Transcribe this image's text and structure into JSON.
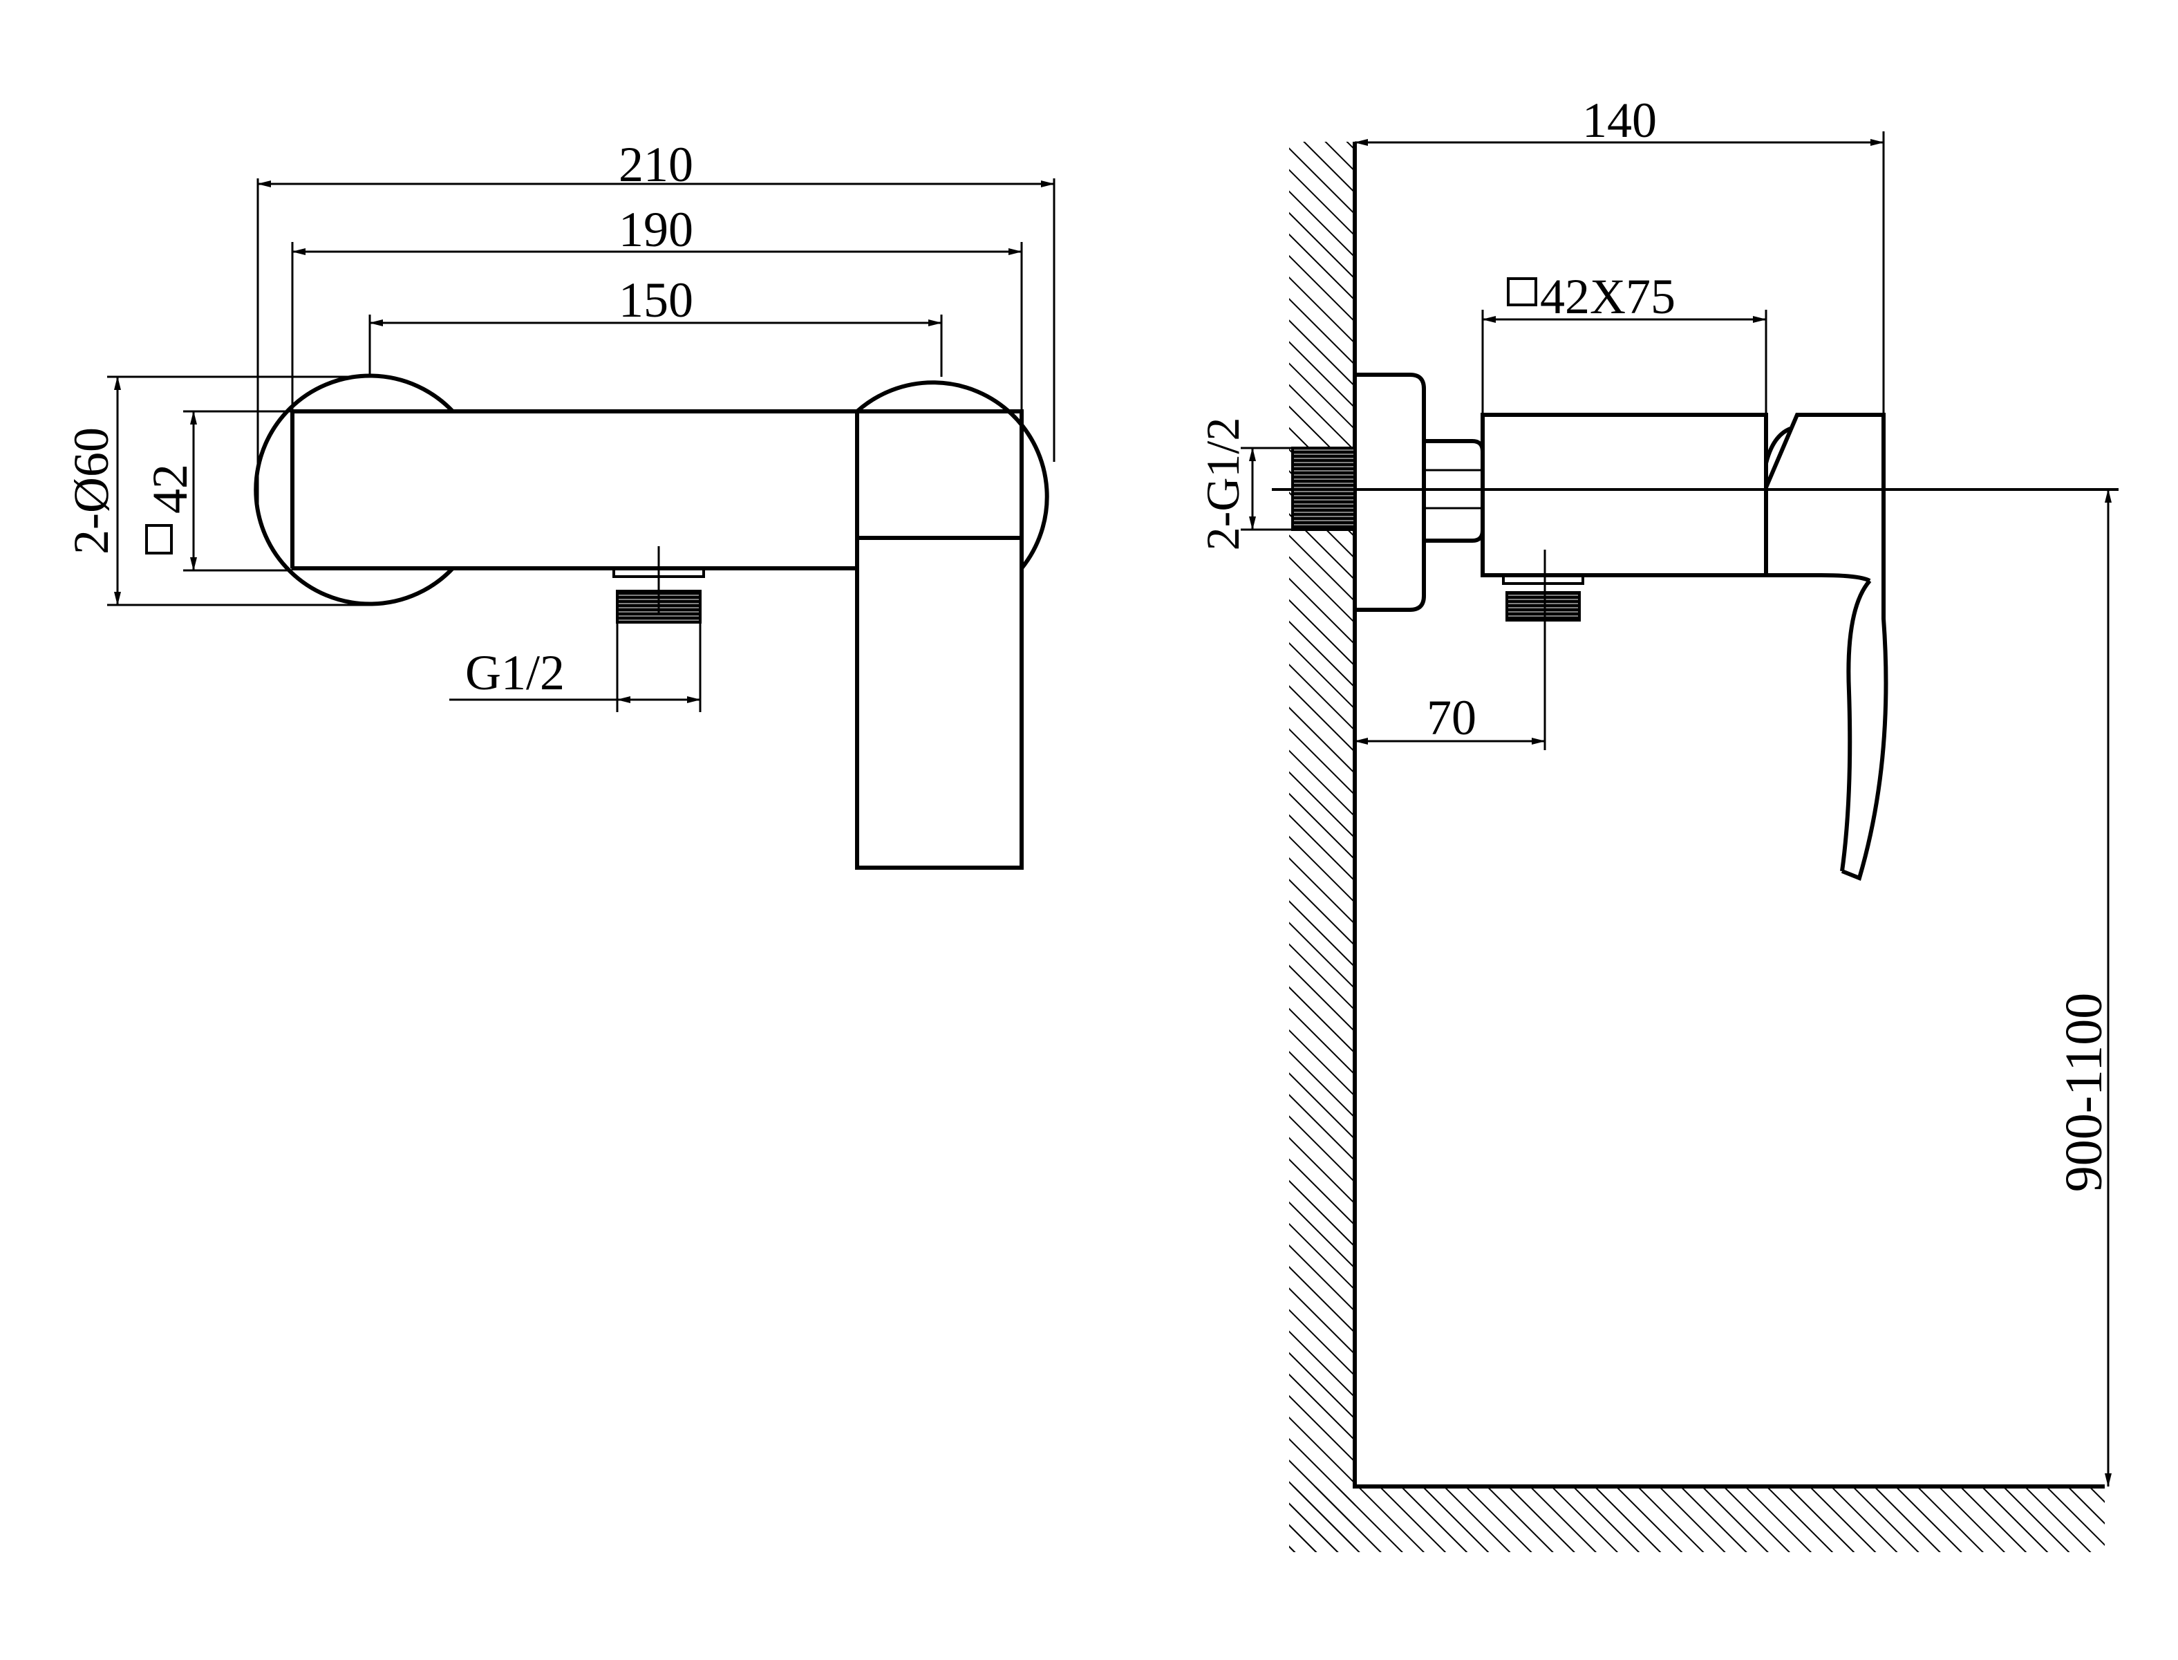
{
  "colors": {
    "line": "#000000",
    "background": "#ffffff"
  },
  "front_view": {
    "dim_overall_width": "210",
    "dim_outer_centers": "190",
    "dim_inner_centers": "150",
    "dim_body_diameter": "2-Ø60",
    "dim_body_square": "42",
    "dim_outlet_thread": "G1/2"
  },
  "side_view": {
    "dim_projection": "140",
    "dim_body_section": "42X75",
    "dim_inlet_thread": "2-G1/2",
    "dim_outlet_offset": "70",
    "dim_install_height": "900-1100"
  }
}
